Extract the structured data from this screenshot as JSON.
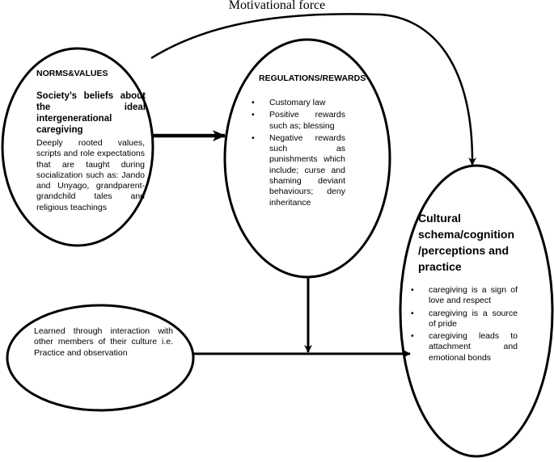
{
  "title": "Motivational force",
  "norms": {
    "heading": "NORMS&VALUES",
    "subheading": "Society’s beliefs about the ideal intergenerational caregiving",
    "body": "Deeply rooted values, scripts and role expectations that are taught during socialization such as: Jando and Unyago, grandparent-grandchild tales and religious teachings"
  },
  "regulations": {
    "heading": "REGULATIONS/REWARDS",
    "items": [
      "Customary law",
      "Positive rewards such as; blessing",
      "Negative rewards such as punishments which include; curse and shaming deviant behaviours; deny inheritance"
    ]
  },
  "learned": {
    "text": "Learned through interaction with other members of their culture i.e. Practice and observation"
  },
  "cultural": {
    "heading": "Cultural schema/cognition /perceptions and practice",
    "items": [
      "caregiving is a sign of love and respect",
      "caregiving is a source of pride",
      "caregiving leads to attachment and emotional bonds"
    ]
  }
}
